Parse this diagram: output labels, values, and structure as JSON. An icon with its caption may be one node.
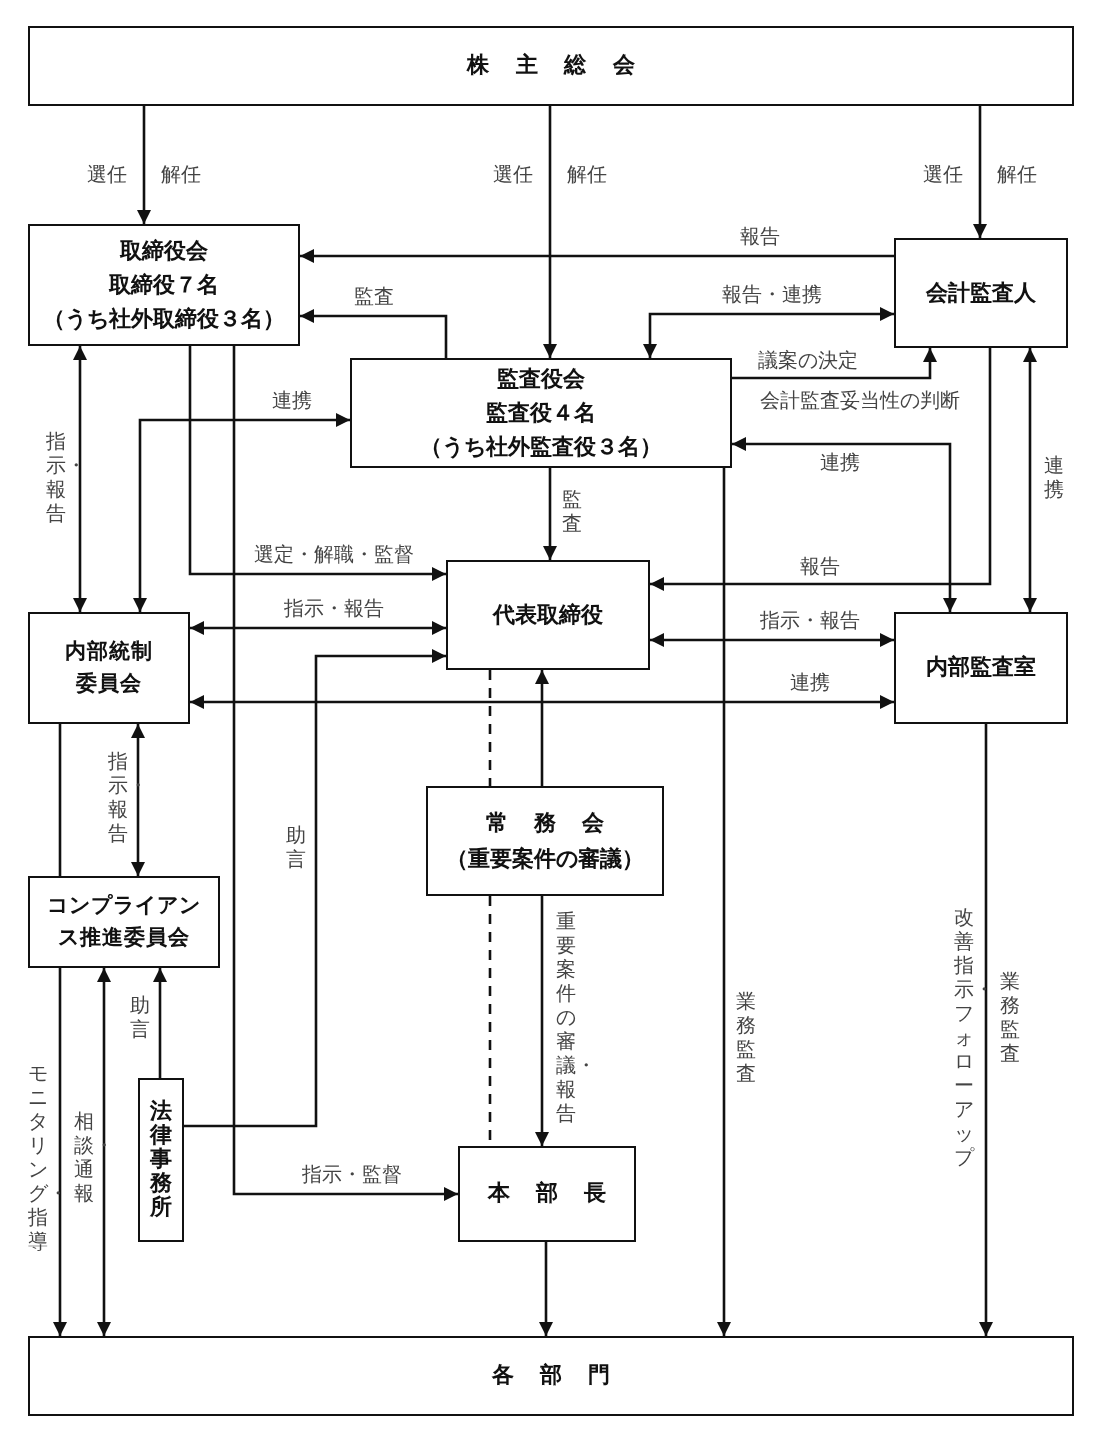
{
  "diagram": {
    "nodes": [
      {
        "text": [
          "株主総会"
        ]
      },
      {
        "text": [
          "取締役会",
          "取締役７名",
          "（うち社外取締役３名）"
        ]
      },
      {
        "text": [
          "会計監査人"
        ]
      },
      {
        "text": [
          "監査役会",
          "監査役４名",
          "（うち社外監査役３名）"
        ]
      },
      {
        "text": [
          "代表取締役"
        ]
      },
      {
        "text": [
          "内部統制委員会"
        ]
      },
      {
        "text": [
          "内部監査室"
        ]
      },
      {
        "text": [
          "常務会",
          "（重要案件の審議）"
        ]
      },
      {
        "text": [
          "コンプライアンス推進委員会"
        ]
      },
      {
        "text": [
          "法律事務所"
        ]
      },
      {
        "text": [
          "本部長"
        ]
      },
      {
        "text": [
          "各部門"
        ]
      }
    ],
    "edges": [
      {
        "from": 0,
        "to": 1,
        "arrow": "to",
        "label": "選任 解任"
      },
      {
        "from": 0,
        "to": 3,
        "arrow": "to",
        "label": "選任 解任"
      },
      {
        "from": 0,
        "to": 2,
        "arrow": "to",
        "label": "選任 解任"
      },
      {
        "from": 2,
        "to": 1,
        "arrow": "to",
        "label": "報告"
      },
      {
        "from": 3,
        "to": 1,
        "arrow": "to",
        "label": "監査"
      },
      {
        "from": 3,
        "to": 2,
        "arrow": "both",
        "label": "報告・連携"
      },
      {
        "from": 3,
        "to": 2,
        "arrow": "to",
        "label": "議案の決定"
      },
      {
        "from": 3,
        "to": 6,
        "arrow": "both",
        "label": "連携"
      },
      {
        "from": 2,
        "to": 4,
        "arrow": "to",
        "label": "報告"
      },
      {
        "from": 2,
        "to": 6,
        "arrow": "both",
        "label": "連携"
      },
      {
        "from": 3,
        "to": 4,
        "arrow": "to",
        "label": "監査"
      },
      {
        "from": 4,
        "to": 6,
        "arrow": "both",
        "label": "指示・報告"
      },
      {
        "from": 1,
        "to": 5,
        "arrow": "both",
        "label": "指示・報告"
      },
      {
        "from": 5,
        "to": 3,
        "arrow": "both",
        "label": "連携"
      },
      {
        "from": 1,
        "to": 4,
        "arrow": "to",
        "label": "選定・解職・監督"
      },
      {
        "from": 5,
        "to": 4,
        "arrow": "both",
        "label": "指示・報告"
      },
      {
        "from": 5,
        "to": 6,
        "arrow": "both",
        "label": "連携"
      },
      {
        "from": 7,
        "to": 4,
        "arrow": "to"
      },
      {
        "from": 4,
        "to": 7,
        "arrow": "none",
        "style": "dashed"
      },
      {
        "from": 7,
        "to": 10,
        "arrow": "to",
        "label": "重要案件の審議・報告"
      },
      {
        "from": 7,
        "to": 10,
        "arrow": "none",
        "style": "dashed"
      },
      {
        "from": 1,
        "to": 10,
        "arrow": "to",
        "label": "指示・監督"
      },
      {
        "from": 9,
        "to": 4,
        "arrow": "to",
        "label": "助言"
      },
      {
        "from": 9,
        "to": 8,
        "arrow": "to",
        "label": "助言"
      },
      {
        "from": 5,
        "to": 8,
        "arrow": "both",
        "label": "指示・報告"
      },
      {
        "from": 5,
        "to": 8,
        "arrow": "none"
      },
      {
        "from": 8,
        "to": 11,
        "arrow": "to",
        "label": "モニタリング・指導"
      },
      {
        "from": 8,
        "to": 11,
        "arrow": "both",
        "label": "相談・通報"
      },
      {
        "from": 3,
        "to": 11,
        "arrow": "to",
        "label": "業務監査"
      },
      {
        "from": 6,
        "to": 11,
        "arrow": "to",
        "label": "改善指示・フォローアップ"
      },
      {
        "from": 10,
        "to": 11,
        "arrow": "to"
      }
    ],
    "labels": [
      "会計監査妥当性の判断",
      "業務監査"
    ]
  }
}
